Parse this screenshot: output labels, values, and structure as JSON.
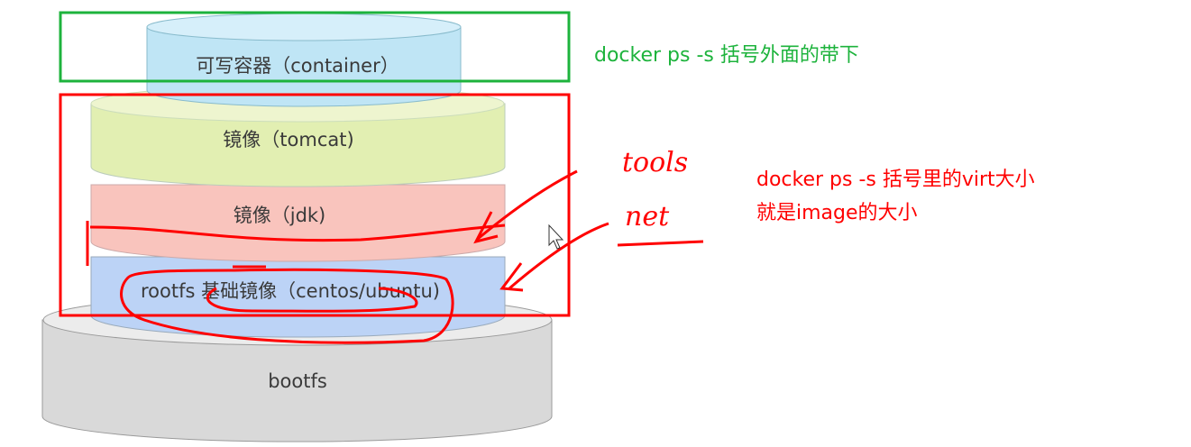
{
  "layers": {
    "container": "可写容器（container）",
    "tomcat": "镜像（tomcat)",
    "jdk": "镜像（jdk)",
    "rootfs": "rootfs 基础镜像（centos/ubuntu)",
    "bootfs": "bootfs"
  },
  "annotations": {
    "green_note": "docker ps -s 括号外面的带下",
    "red_note_line1": "docker ps -s 括号里的virt大小",
    "red_note_line2": "就是image的大小",
    "handwriting_1": "tools",
    "handwriting_2": "net"
  },
  "colors": {
    "green": "#1db33c",
    "red": "#ff0000",
    "container": "#bfe6f5",
    "tomcat": "#e3f0b4",
    "jdk": "#f9c6c0",
    "rootfs": "#c3d8f7",
    "bootfs": "#dedede"
  }
}
